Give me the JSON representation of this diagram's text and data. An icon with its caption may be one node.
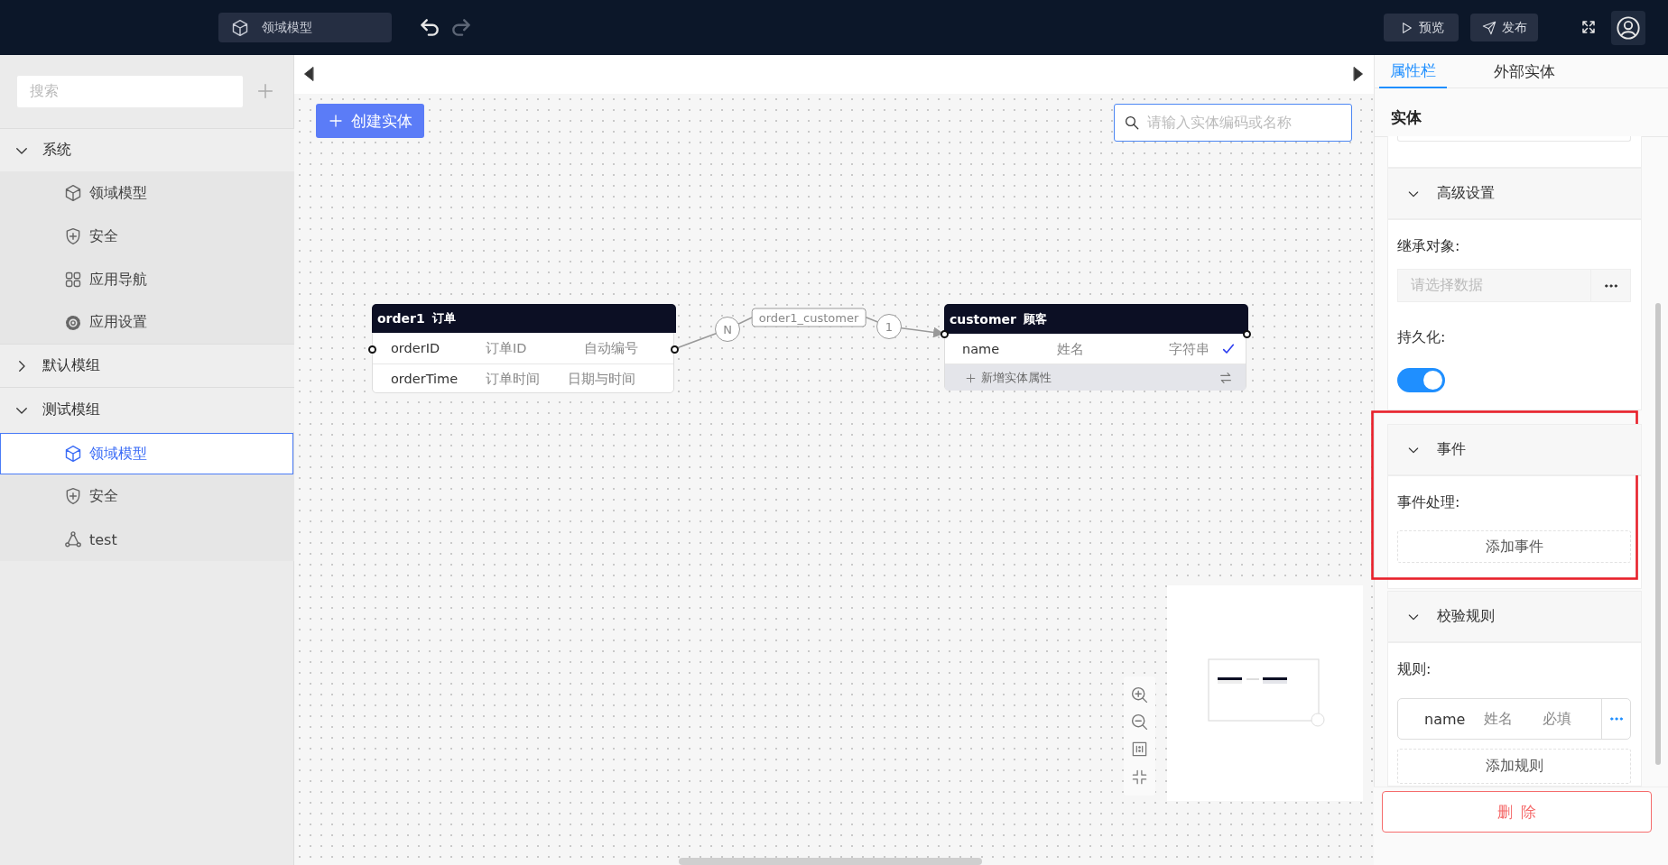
{
  "diagram": {
    "nodes": [
      {
        "text": [
          "order1",
          "订单",
          "orderID",
          "订单ID",
          "自动编号",
          "orderTime",
          "订单时间",
          "日期与时间"
        ]
      },
      {
        "text": [
          "customer",
          "顾客",
          "name",
          "姓名",
          "字符串",
          "新增实体属性"
        ]
      }
    ],
    "edges": [
      {
        "from": 0,
        "to": 1,
        "arrow": "to",
        "label": "order1_customer"
      }
    ],
    "labels": [
      "领域模型",
      "预览",
      "发布",
      "搜索",
      "系统",
      "领域模型",
      "安全",
      "应用导航",
      "应用设置",
      "默认模组",
      "测试模组",
      "领域模型",
      "安全",
      "test",
      "创建实体",
      "请输入实体编码或名称",
      "N",
      "1",
      "属性栏",
      "外部实体",
      "实体",
      "高级设置",
      "继承对象:",
      "请选择数据",
      "持久化:",
      "事件",
      "事件处理:",
      "添加事件",
      "校验规则",
      "规则:",
      "name",
      "姓名",
      "必填",
      "添加规则",
      "删除"
    ]
  }
}
